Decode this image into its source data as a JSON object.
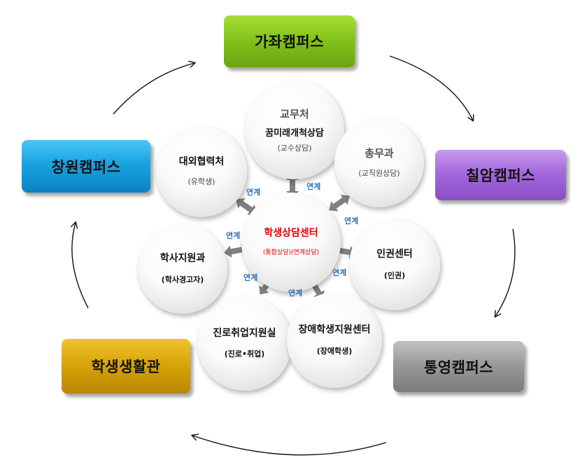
{
  "campuses": {
    "gajwa": "가좌캠퍼스",
    "chilam": "칠암캠퍼스",
    "tongyeong": "통영캠퍼스",
    "student_hall": "학생생활관",
    "changwon": "창원캠퍼스"
  },
  "center": {
    "title": "학생상담센터",
    "subtitle": "(통합상담)(연계상담)"
  },
  "units": {
    "academic": {
      "name": "교무처",
      "program": "꿈미래개척상담",
      "note": "(교수상담)"
    },
    "international": {
      "name": "대외협력처",
      "note": "(유학생)"
    },
    "general": {
      "name": "총무과",
      "note": "(교직원상담)"
    },
    "rights": {
      "name": "인권센터",
      "note": "(인권)"
    },
    "registrar": {
      "name": "학사지원과",
      "note": "(학사경고자)"
    },
    "career": {
      "name": "진로취업지원실",
      "note": "(진로•취업)"
    },
    "disabled": {
      "name": "장애학생지원센터",
      "note": "(장애학생)"
    }
  },
  "link_label": "연계",
  "colors": {
    "gajwa": "#84c41b",
    "chilam": "#a569dd",
    "tongyeong": "#9a9a9a",
    "student_hall": "#d9a509",
    "changwon": "#1aa3e0",
    "center_text": "#e00000",
    "link_text": "#2d72b8",
    "connector_arrow": "#808080"
  }
}
